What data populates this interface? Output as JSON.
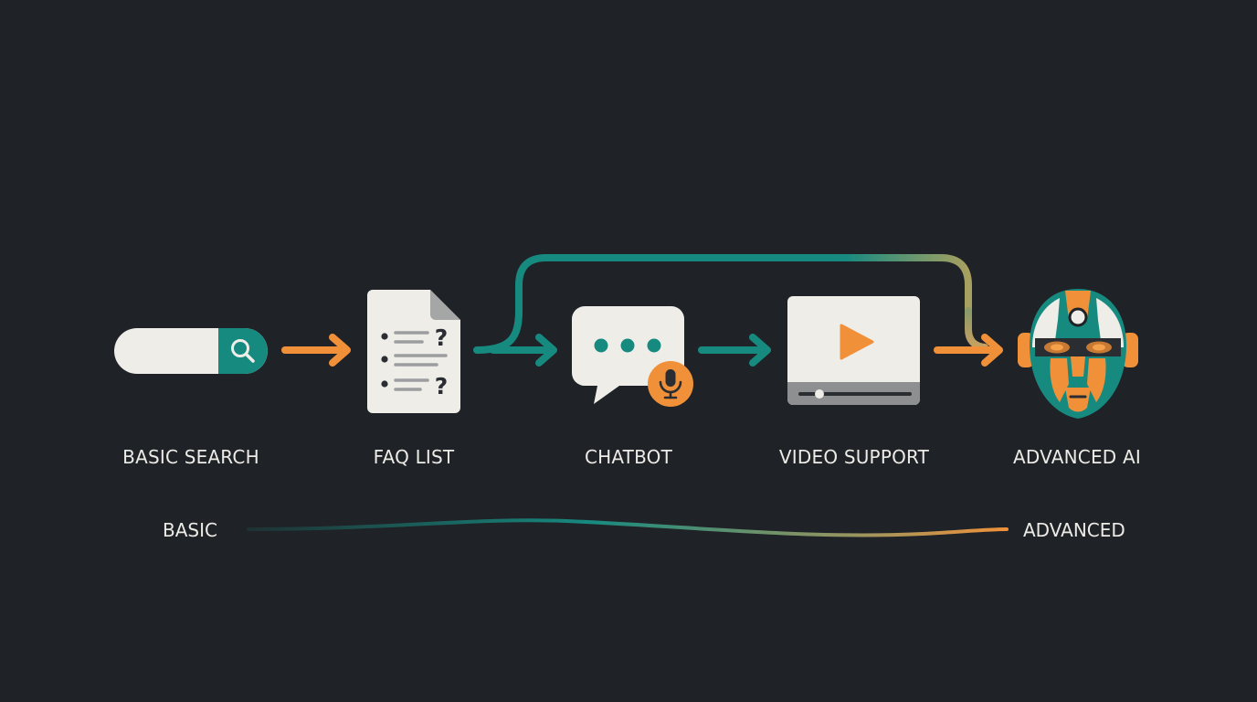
{
  "colors": {
    "background": "#1f2226",
    "teal": "#178a80",
    "orange": "#f0913a",
    "card": "#eeede8",
    "text": "#ecebe6"
  },
  "stages": [
    {
      "label": "BASIC SEARCH",
      "icon": "search-bar-icon"
    },
    {
      "label": "FAQ LIST",
      "icon": "faq-document-icon"
    },
    {
      "label": "CHATBOT",
      "icon": "chat-bubble-icon"
    },
    {
      "label": "VIDEO SUPPORT",
      "icon": "video-player-icon"
    },
    {
      "label": "ADVANCED AI",
      "icon": "robot-face-icon"
    }
  ],
  "scale": {
    "start": "BASIC",
    "end": "ADVANCED"
  },
  "faq": {
    "mark_1": "?",
    "mark_2": "?"
  }
}
